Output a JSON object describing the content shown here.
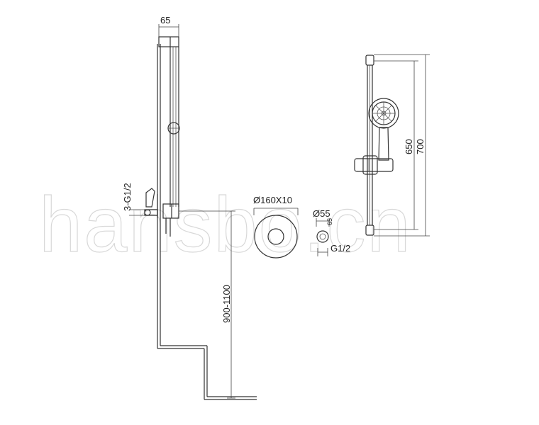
{
  "watermark": "hansbo.cn",
  "side_view": {
    "top_width": "65",
    "inlet": "3-G1/2",
    "height_range": "900-1100"
  },
  "wall_plate": {
    "size": "Ø160X10"
  },
  "outlet": {
    "diameter": "Ø55",
    "depth": "65",
    "thread": "G1/2"
  },
  "front_view": {
    "slide_length": "650",
    "total_height": "700"
  }
}
